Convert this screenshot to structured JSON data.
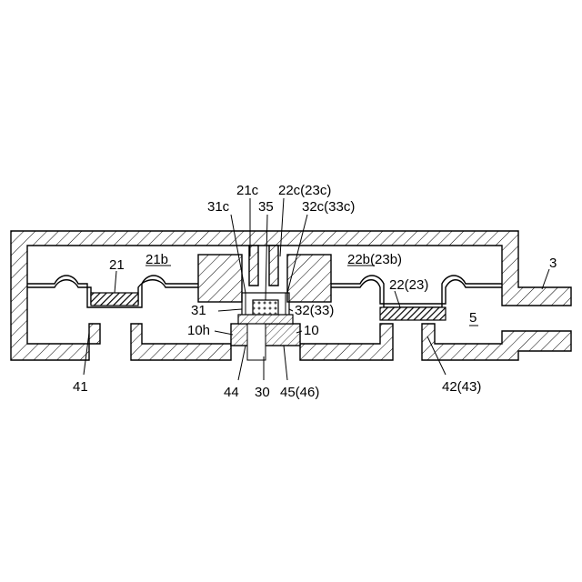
{
  "labels": {
    "l_21c": "21c",
    "l_22c": "22c(23c)",
    "l_31c": "31c",
    "l_35": "35",
    "l_32c": "32c(33c)",
    "l_21b": "21b",
    "l_22b": "22b(23b)",
    "l_21": "21",
    "l_22": "22(23)",
    "l_3": "3",
    "l_5": "5",
    "l_31": "31",
    "l_32": "32(33)",
    "l_10h": "10h",
    "l_10": "10",
    "l_41": "41",
    "l_44": "44",
    "l_30": "30",
    "l_45": "45(46)",
    "l_42": "42(43)"
  }
}
